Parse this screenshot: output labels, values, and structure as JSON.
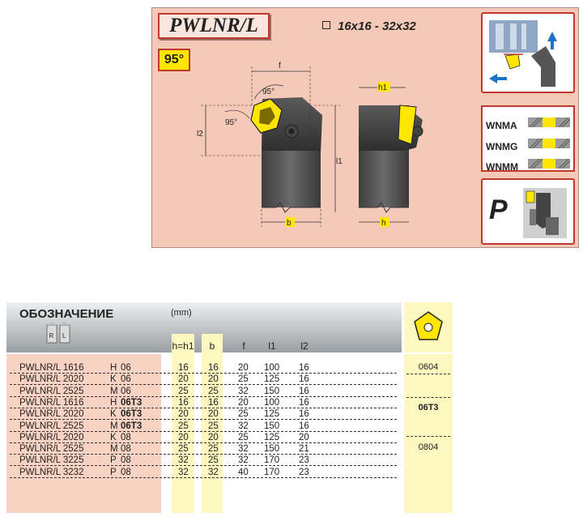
{
  "header": {
    "title": "PWLNR/L",
    "angle": "95°",
    "size_range": "16x16 - 32x32"
  },
  "drawing": {
    "dim_f": "f",
    "dim_l1": "l1",
    "dim_l2": "l2",
    "dim_b": "b",
    "dim_h1": "h1",
    "dim_h": "h",
    "angle_top": "95°",
    "angle_left": "95°"
  },
  "insert_types": [
    "WNMA",
    "WNMG",
    "WNMM"
  ],
  "insert_symbol": "P",
  "table": {
    "heading": "ОБОЗНАЧЕНИЕ",
    "unit": "(mm)",
    "hand_labels": [
      "R",
      "L"
    ],
    "columns": [
      "h=h1",
      "b",
      "f",
      "l1",
      "l2"
    ],
    "rows": [
      {
        "code": "PWLNR/L 1616",
        "size": "H",
        "ins": "06",
        "bold": false,
        "h": "16",
        "b": "16",
        "f": "20",
        "l1": "100",
        "l2": "16"
      },
      {
        "code": "PWLNR/L 2020",
        "size": "K",
        "ins": "06",
        "bold": false,
        "h": "20",
        "b": "20",
        "f": "25",
        "l1": "125",
        "l2": "16"
      },
      {
        "code": "PWLNR/L 2525",
        "size": "M",
        "ins": "06",
        "bold": false,
        "h": "25",
        "b": "25",
        "f": "32",
        "l1": "150",
        "l2": "16"
      },
      {
        "code": "PWLNR/L 1616",
        "size": "H",
        "ins": "06T3",
        "bold": true,
        "h": "16",
        "b": "16",
        "f": "20",
        "l1": "100",
        "l2": "16"
      },
      {
        "code": "PWLNR/L 2020",
        "size": "K",
        "ins": "06T3",
        "bold": true,
        "h": "20",
        "b": "20",
        "f": "25",
        "l1": "125",
        "l2": "16"
      },
      {
        "code": "PWLNR/L 2525",
        "size": "M",
        "ins": "06T3",
        "bold": true,
        "h": "25",
        "b": "25",
        "f": "32",
        "l1": "150",
        "l2": "16"
      },
      {
        "code": "PWLNR/L 2020",
        "size": "K",
        "ins": "08",
        "bold": false,
        "h": "20",
        "b": "20",
        "f": "25",
        "l1": "125",
        "l2": "20"
      },
      {
        "code": "PWLNR/L 2525",
        "size": "M",
        "ins": "08",
        "bold": false,
        "h": "25",
        "b": "25",
        "f": "32",
        "l1": "150",
        "l2": "21"
      },
      {
        "code": "PWLNR/L 3225",
        "size": "P",
        "ins": "08",
        "bold": false,
        "h": "32",
        "b": "25",
        "f": "32",
        "l1": "170",
        "l2": "23"
      },
      {
        "code": "PWLNR/L 3232",
        "size": "P",
        "ins": "08",
        "bold": false,
        "h": "32",
        "b": "32",
        "f": "40",
        "l1": "170",
        "l2": "23"
      }
    ],
    "insert_codes": [
      {
        "code": "0604",
        "bold": false
      },
      {
        "code": "06T3",
        "bold": true
      },
      {
        "code": "0804",
        "bold": false
      }
    ]
  },
  "colors": {
    "panel_bg": "#f5c9b8",
    "accent_red": "#c0392b",
    "insert_yellow": "#ffe600",
    "column_yellow": "#fdf7c0"
  }
}
